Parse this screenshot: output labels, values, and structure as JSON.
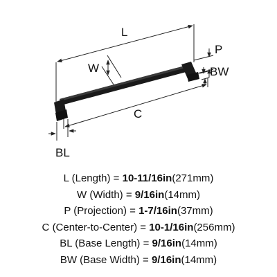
{
  "dimension_labels": {
    "length": "L",
    "width": "W",
    "projection": "P",
    "center_to_center": "C",
    "base_length": "BL",
    "base_width": "BW"
  },
  "specs": [
    {
      "abbr": "L",
      "name": "(Length)",
      "eq": "=",
      "imperial": "10-11/16in",
      "metric": "(271mm)"
    },
    {
      "abbr": "W",
      "name": "(Width)",
      "eq": "=",
      "imperial": "9/16in",
      "metric": "(14mm)"
    },
    {
      "abbr": "P",
      "name": "(Projection)",
      "eq": "=",
      "imperial": "1-7/16in",
      "metric": "(37mm)"
    },
    {
      "abbr": "C",
      "name": "(Center-to-Center)",
      "eq": "=",
      "imperial": "10-1/16in",
      "metric": "(256mm)"
    },
    {
      "abbr": "BL",
      "name": "(Base Length)",
      "eq": "=",
      "imperial": "9/16in",
      "metric": "(14mm)"
    },
    {
      "abbr": "BW",
      "name": "(Base Width)",
      "eq": "=",
      "imperial": "9/16in",
      "metric": "(14mm)"
    }
  ],
  "colors": {
    "handle": "#1a1a1a",
    "line": "#222222",
    "text": "#111111"
  }
}
